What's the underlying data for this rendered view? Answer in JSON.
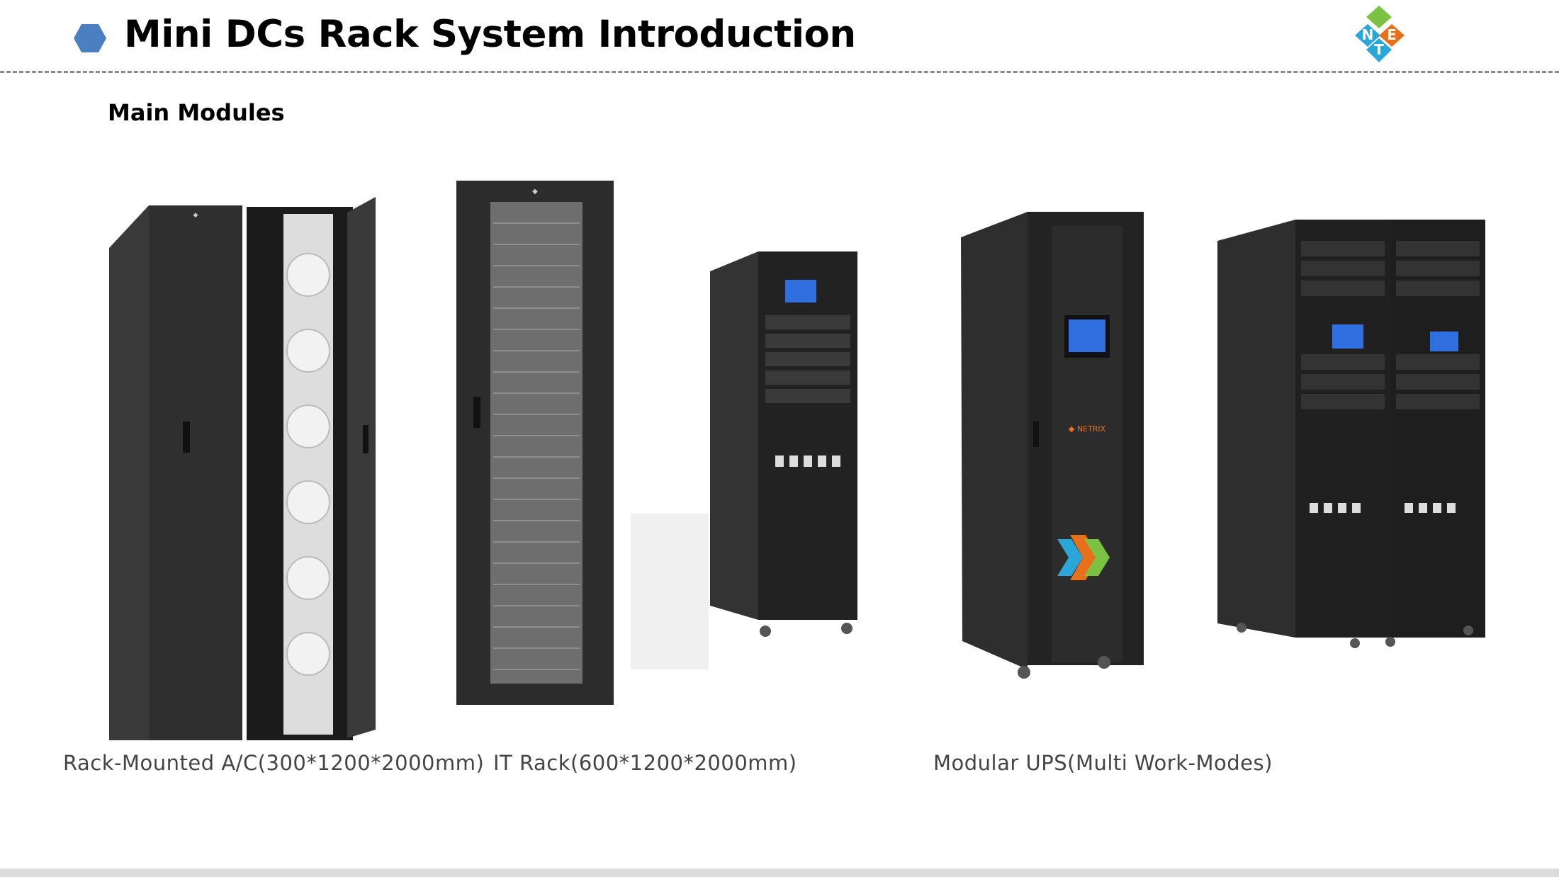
{
  "header": {
    "title": "Mini DCs  Rack System Introduction",
    "logo_letters": [
      "N",
      "E",
      "T"
    ]
  },
  "section": {
    "subtitle": "Main Modules"
  },
  "products": [
    {
      "caption": "Rack-Mounted A/C(300*1200*2000mm)",
      "icon": "ac-rack-image"
    },
    {
      "caption": "IT Rack(600*1200*2000mm)",
      "icon": "it-rack-image"
    },
    {
      "caption": "Modular UPS(Multi Work-Modes)",
      "icon": "ups-cabinets-image"
    }
  ],
  "colors": {
    "hexagon": "#4a7fc1",
    "cabinet": "#2b2b2b",
    "screen": "#2f6fe0",
    "brand_orange": "#e8701a",
    "brand_green": "#7cc242",
    "brand_blue": "#2aa7d8"
  }
}
